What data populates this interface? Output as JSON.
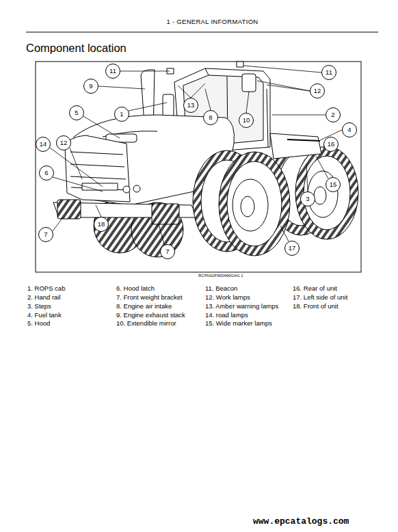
{
  "diagram": {
    "title": "Component location",
    "nodes": [
      {
        "text": [
          "11"
        ]
      },
      {
        "text": [
          "11"
        ]
      },
      {
        "text": [
          "9"
        ]
      },
      {
        "text": [
          "12"
        ]
      },
      {
        "text": [
          "13"
        ]
      },
      {
        "text": [
          "5"
        ]
      },
      {
        "text": [
          "1"
        ]
      },
      {
        "text": [
          "2"
        ]
      },
      {
        "text": [
          "8"
        ]
      },
      {
        "text": [
          "10"
        ]
      },
      {
        "text": [
          "4"
        ]
      },
      {
        "text": [
          "14"
        ]
      },
      {
        "text": [
          "12"
        ]
      },
      {
        "text": [
          "16"
        ]
      },
      {
        "text": [
          "6"
        ]
      },
      {
        "text": [
          "15"
        ]
      },
      {
        "text": [
          "3"
        ]
      },
      {
        "text": [
          "18"
        ]
      },
      {
        "text": [
          "7"
        ]
      },
      {
        "text": [
          "17"
        ]
      },
      {
        "text": [
          "7"
        ]
      }
    ],
    "labels": [
      "1 - GENERAL INFORMATION",
      "RCPH10FWD460GAG 1",
      "1. ROPS cab",
      "2. Hand rail",
      "3. Steps",
      "4. Fuel tank",
      "5. Hood",
      "6. Hood latch",
      "7. Front weight bracket",
      "8. Engine air intake",
      "9. Engine exhaust stack",
      "10. Extendible mirror",
      "11. Beacon",
      "12. Work lamps",
      "13. Amber warning lamps",
      "14. road lamps",
      "15. Wide marker lamps",
      "16. Rear of unit",
      "17. Left side of unit",
      "18. Front of unit",
      "www.epcatalogs.com"
    ]
  }
}
